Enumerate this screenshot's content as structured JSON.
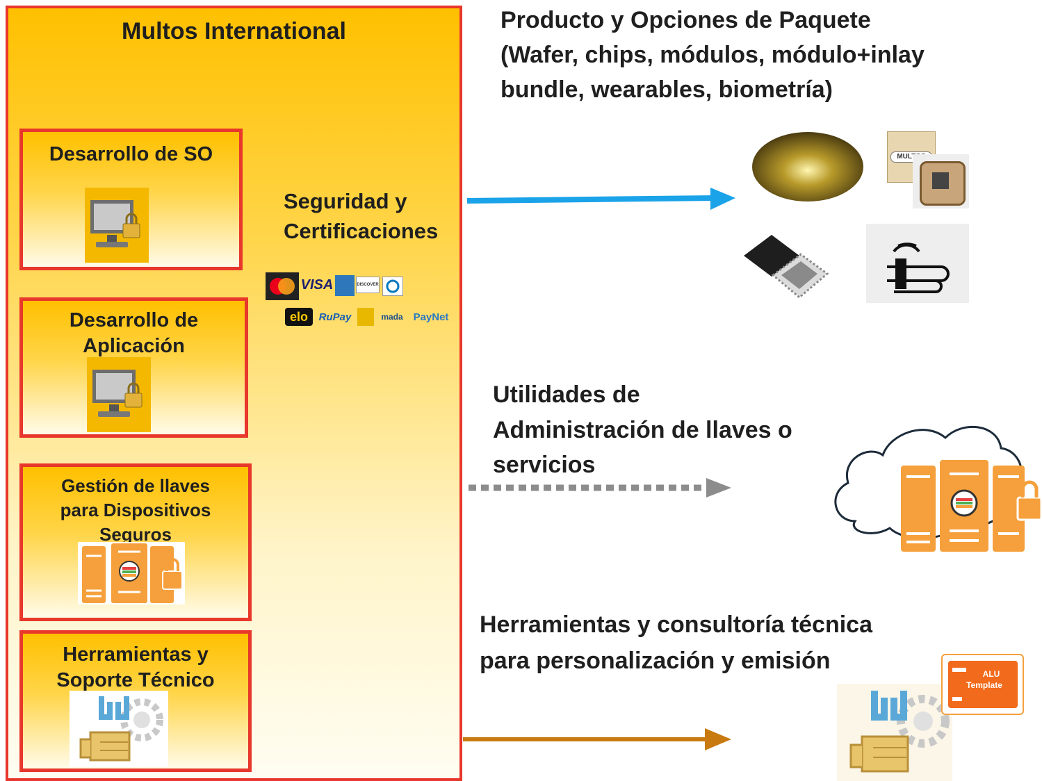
{
  "main": {
    "title": "Multos International",
    "security_label_line1": "Seguridad y",
    "security_label_line2": "Certificaciones"
  },
  "boxes": [
    {
      "title_line1": "Desarrollo de SO",
      "title_line2": "",
      "title_line3": ""
    },
    {
      "title_line1": "Desarrollo de",
      "title_line2": "Aplicación",
      "title_line3": ""
    },
    {
      "title_line1": "Gestión de llaves",
      "title_line2": "para Dispositivos",
      "title_line3": "Seguros"
    },
    {
      "title_line1": "Herramientas y",
      "title_line2": "Soporte Técnico",
      "title_line3": ""
    }
  ],
  "payment_logos": [
    "VISA",
    "DISCOVER",
    "RuPay",
    "mada",
    "PayNet"
  ],
  "right": {
    "product_line1": "Producto y Opciones de Paquete",
    "product_line2": "(Wafer, chips, módulos, módulo+inlay",
    "product_line3": "bundle, wearables, biometría)",
    "utilities_line1": "Utilidades de",
    "utilities_line2": "Administración de llaves o",
    "utilities_line3": "servicios",
    "tools_line1": "Herramientas y consultoría técnica",
    "tools_line2": "para personalización y emisión",
    "chip_label": "MULTOS",
    "template_label_line1": "ALU",
    "template_label_line2": "Template"
  },
  "colors": {
    "border_red": "#e8372b",
    "arrow_blue": "#1aa3e8",
    "arrow_gray": "#8c8c8c",
    "arrow_brown": "#c87a10",
    "server_orange": "#f5a03c"
  }
}
